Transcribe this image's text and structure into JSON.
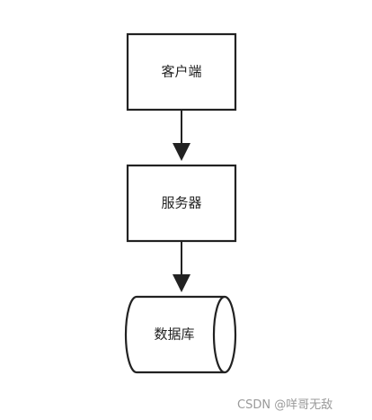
{
  "diagram": {
    "nodes": {
      "client": "客户端",
      "server": "服务器",
      "database": "数据库"
    },
    "watermark": "CSDN @咩哥无敌",
    "colors": {
      "stroke": "#222222",
      "fill": "#ffffff",
      "watermark": "#9a9a9a"
    }
  }
}
